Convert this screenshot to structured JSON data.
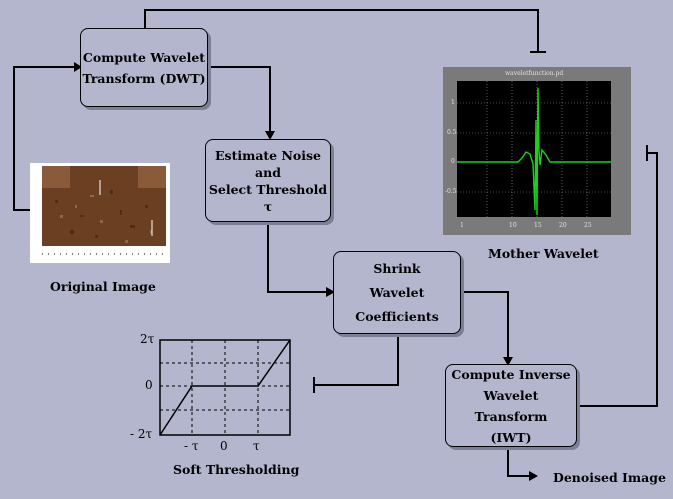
{
  "boxes": {
    "dwt": [
      "Compute Wavelet",
      "Transform (DWT)"
    ],
    "estimate": [
      "Estimate Noise",
      "and",
      "Select Threshold τ"
    ],
    "shrink": [
      "Shrink",
      "Wavelet",
      "Coefficients"
    ],
    "iwt": [
      "Compute Inverse",
      "Wavelet Transform",
      "(IWT)"
    ]
  },
  "labels": {
    "original_image": "Original Image",
    "mother_wavelet": "Mother Wavelet",
    "soft_thresholding": "Soft Thresholding",
    "denoised_image": "Denoised Image"
  },
  "wavelet_plot": {
    "title": "waveletfunction.pd",
    "y_ticks": [
      "1",
      "0.5",
      "0",
      "-0.5"
    ],
    "x_ticks": [
      "1",
      "10",
      "15",
      "20",
      "25"
    ]
  },
  "threshold_plot": {
    "y_ticks": [
      "2τ",
      "0",
      "- 2τ"
    ],
    "x_ticks": [
      "- τ",
      "0",
      "τ"
    ]
  },
  "colors": {
    "background": "#b3b6cc",
    "plot_background": "#000000",
    "wavelet_trace": "#19d219",
    "image_texture": "#6b3f22"
  }
}
